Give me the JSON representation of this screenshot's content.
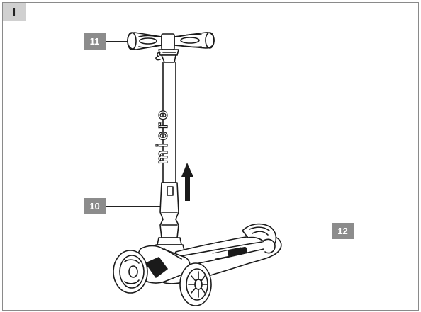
{
  "section": {
    "label": "I"
  },
  "callouts": [
    {
      "id": "11",
      "label": "11"
    },
    {
      "id": "10",
      "label": "10"
    },
    {
      "id": "12",
      "label": "12"
    }
  ],
  "stem_lettering": "micro",
  "illustration": {
    "subject": "kick-scooter",
    "arrow_direction": "up"
  }
}
